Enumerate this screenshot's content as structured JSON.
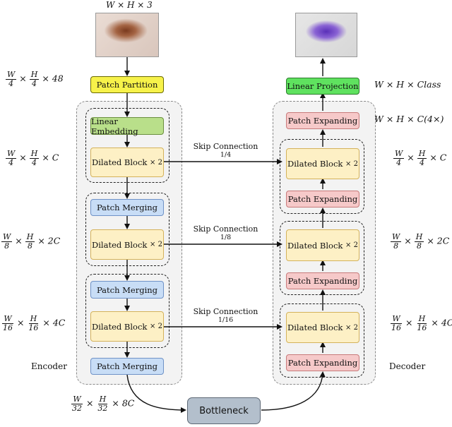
{
  "input_dim": "W × H × 3",
  "boxes": {
    "patch_partition": "Patch Partition",
    "linear_embedding": "Linear Embedding",
    "enc_dilated_1": "Dilated Block",
    "enc_patch_merging_1": "Patch Merging",
    "enc_dilated_2": "Dilated Block",
    "enc_patch_merging_2": "Patch Merging",
    "enc_dilated_3": "Dilated Block",
    "enc_patch_merging_3": "Patch Merging",
    "bottleneck": "Bottleneck",
    "linear_projection": "Linear Projection",
    "dec_patch_expanding_top": "Patch Expanding",
    "dec_dilated_1": "Dilated Block",
    "dec_patch_expanding_1": "Patch Expanding",
    "dec_dilated_2": "Dilated Block",
    "dec_patch_expanding_2": "Patch Expanding",
    "dec_dilated_3": "Dilated Block",
    "dec_patch_expanding_3": "Patch Expanding"
  },
  "times_two": "× 2",
  "skip": [
    {
      "label": "Skip Connection",
      "ratio": "1/4"
    },
    {
      "label": "Skip Connection",
      "ratio": "1/8"
    },
    {
      "label": "Skip Connection",
      "ratio": "1/16"
    }
  ],
  "side_labels": {
    "encoder": "Encoder",
    "decoder": "Decoder"
  },
  "dims_left": [
    {
      "num1": "W",
      "den1": "4",
      "num2": "H",
      "den2": "4",
      "tail": "× 48"
    },
    {
      "num1": "W",
      "den1": "4",
      "num2": "H",
      "den2": "4",
      "tail": "× C"
    },
    {
      "num1": "W",
      "den1": "8",
      "num2": "H",
      "den2": "8",
      "tail": "× 2C"
    },
    {
      "num1": "W",
      "den1": "16",
      "num2": "H",
      "den2": "16",
      "tail": "× 4C"
    },
    {
      "num1": "W",
      "den1": "32",
      "num2": "H",
      "den2": "32",
      "tail": "× 8C"
    }
  ],
  "dims_right_top": [
    "W × H × Class",
    "W × H × C(4×)"
  ],
  "dims_right": [
    {
      "num1": "W",
      "den1": "4",
      "num2": "H",
      "den2": "4",
      "tail": "× C"
    },
    {
      "num1": "W",
      "den1": "8",
      "num2": "H",
      "den2": "8",
      "tail": "× 2C"
    },
    {
      "num1": "W",
      "den1": "16",
      "num2": "H",
      "den2": "16",
      "tail": "× 4C"
    }
  ],
  "colors": {
    "patch_partition": "#f7f24a",
    "linear_projection": "#5fe25f",
    "linear_embedding": "#b9df8a",
    "dilated_block": "#fdf0c5",
    "patch_merging": "#c8ddf6",
    "patch_expanding": "#f6c9c9",
    "bottleneck": "#b3bfcc",
    "lesion": "#8a4a2c",
    "mask": "#6b3fc0"
  }
}
